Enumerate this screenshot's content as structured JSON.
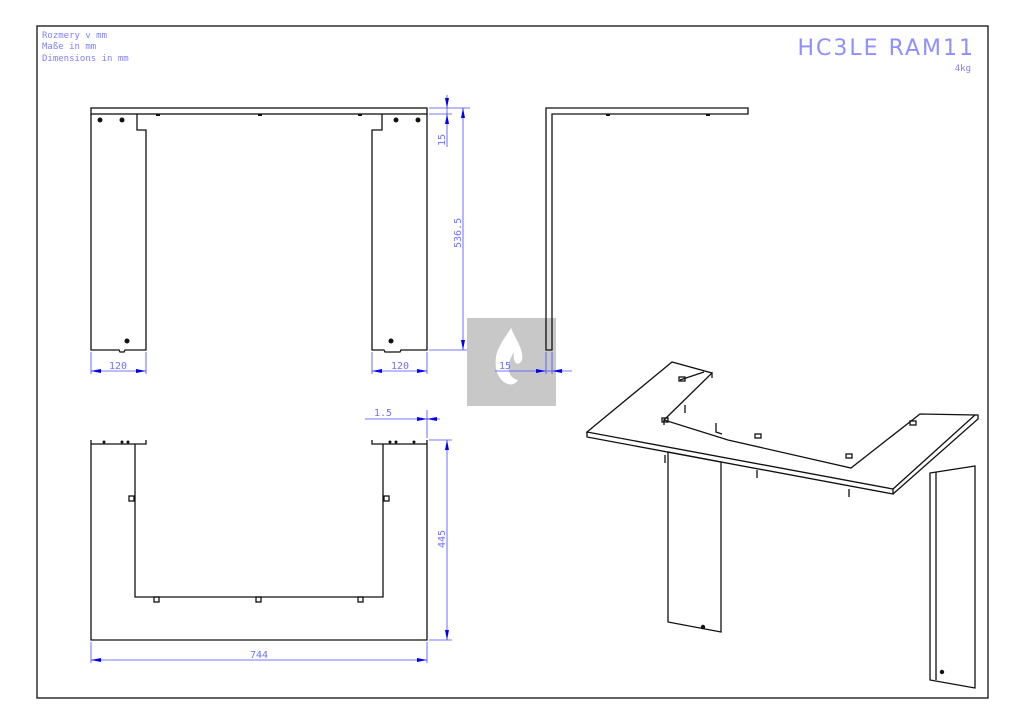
{
  "notes": {
    "line1": "Rozmery v mm",
    "line2": "Maße in mm",
    "line3": "Dimensions in mm"
  },
  "title": {
    "model": "HC3LE RAM11",
    "weight": "4kg"
  },
  "dimensions": {
    "front_left_width": "120",
    "front_right_width": "120",
    "front_top_thickness": "15",
    "front_height": "536.5",
    "side_thickness": "15",
    "bottom_offset": "1.5",
    "bottom_depth": "445",
    "bottom_width": "744"
  },
  "colors": {
    "dimension": "#0000ee",
    "text": "#8080ff",
    "watermark": "#c8c8c8"
  }
}
